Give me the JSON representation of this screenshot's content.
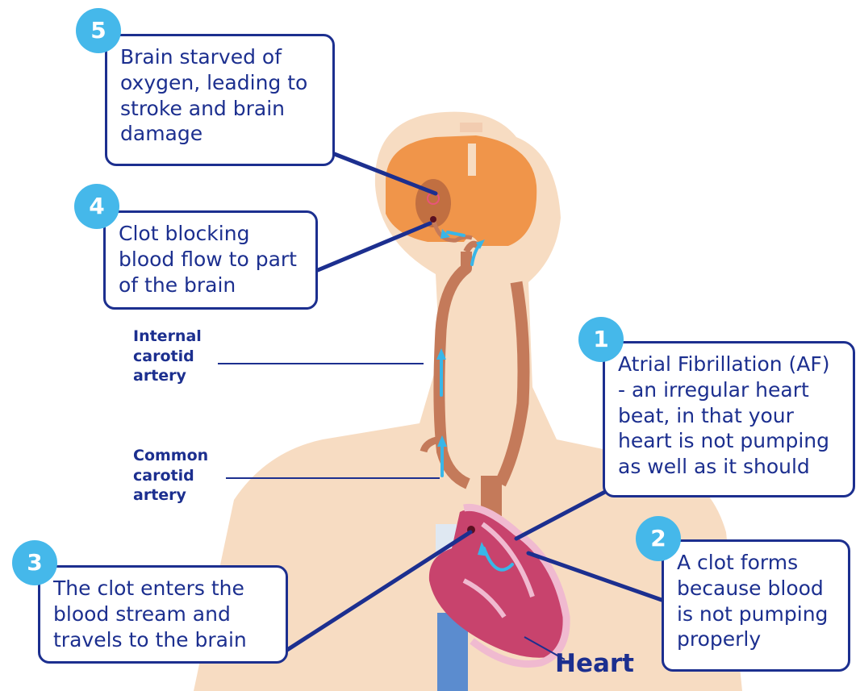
{
  "colors": {
    "navy": "#1c2f8f",
    "badge_blue": "#45b8ea",
    "skin": "#f7dcc2",
    "brain": "#f0954a",
    "artery": "#c47a5a",
    "heart": "#c8436d",
    "heart_light": "#f0bad0",
    "flow_arrow": "#38b6e8",
    "vein": "#5b8ccf"
  },
  "steps": [
    {
      "number": "1",
      "text": "Atrial Fibrillation (AF) - an irregular heart beat, in that your heart is not pumping as well as it should"
    },
    {
      "number": "2",
      "text": "A clot forms because blood is not pumping properly"
    },
    {
      "number": "3",
      "text": "The clot enters the blood stream and travels to the brain"
    },
    {
      "number": "4",
      "text": "Clot blocking blood flow to part of the brain"
    },
    {
      "number": "5",
      "text": "Brain starved of oxygen, leading to stroke and brain damage"
    }
  ],
  "labels": {
    "internal_carotid": "Internal carotid artery",
    "common_carotid": "Common carotid artery",
    "heart": "Heart"
  },
  "icons": {
    "flow": "arrow-icon",
    "clot": "clot-dot-icon"
  }
}
